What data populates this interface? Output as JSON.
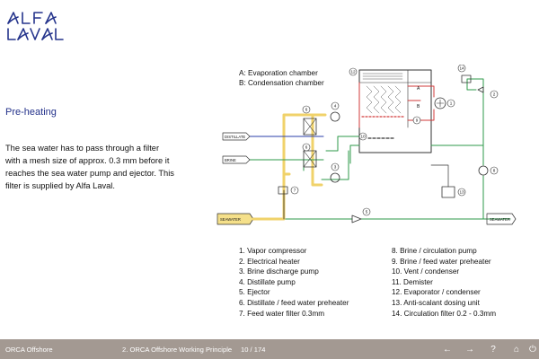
{
  "header": {
    "logo_text": "ALFA LAVAL"
  },
  "content": {
    "title": "Pre-heating",
    "paragraph": "The sea water has to pass through a filter with a mesh size of approx. 0.3 mm before it reaches the sea water pump and ejector. This filter is supplied by Alfa Laval."
  },
  "diagram": {
    "legend": [
      "A: Evaporation chamber",
      "B: Condensation chamber"
    ],
    "labels": {
      "distillate": "DISTILLATE",
      "brine": "BRINE",
      "seawater_in": "SEAWATER",
      "seawater_out": "SEAWATER",
      "chamber_a": "A",
      "chamber_b": "B"
    },
    "callouts": [
      "1",
      "2",
      "3",
      "4",
      "5",
      "6",
      "7",
      "8",
      "9",
      "10",
      "11",
      "12",
      "13",
      "14"
    ],
    "colors": {
      "preheat_line": "#f0d26a",
      "seawater_line": "#2e9a4a",
      "distillate_line": "#2a3ea8",
      "brine_line": "#2e9a4a",
      "red_circuit": "#d23a3a",
      "ink": "#333333"
    }
  },
  "parts_list": {
    "left": [
      "1. Vapor compressor",
      "2. Electrical heater",
      "3. Brine discharge pump",
      "4. Distillate pump",
      "5. Ejector",
      "6. Distillate / feed water preheater",
      "7. Feed water filter 0.3mm"
    ],
    "right": [
      "8. Brine / circulation pump",
      "9. Brine / feed water preheater",
      "10. Vent / condenser",
      "11. Demister",
      "12. Evaporator / condenser",
      "13. Anti-scalant dosing unit",
      "14. Circulation filter 0.2 - 0.3mm"
    ]
  },
  "footer": {
    "product": "ORCA Offshore",
    "chapter": "2. ORCA Offshore Working Principle",
    "page": "10 / 174",
    "icons": {
      "back": "←",
      "forward": "→",
      "help": "?",
      "home": "⌂",
      "exit": "⏻"
    }
  }
}
